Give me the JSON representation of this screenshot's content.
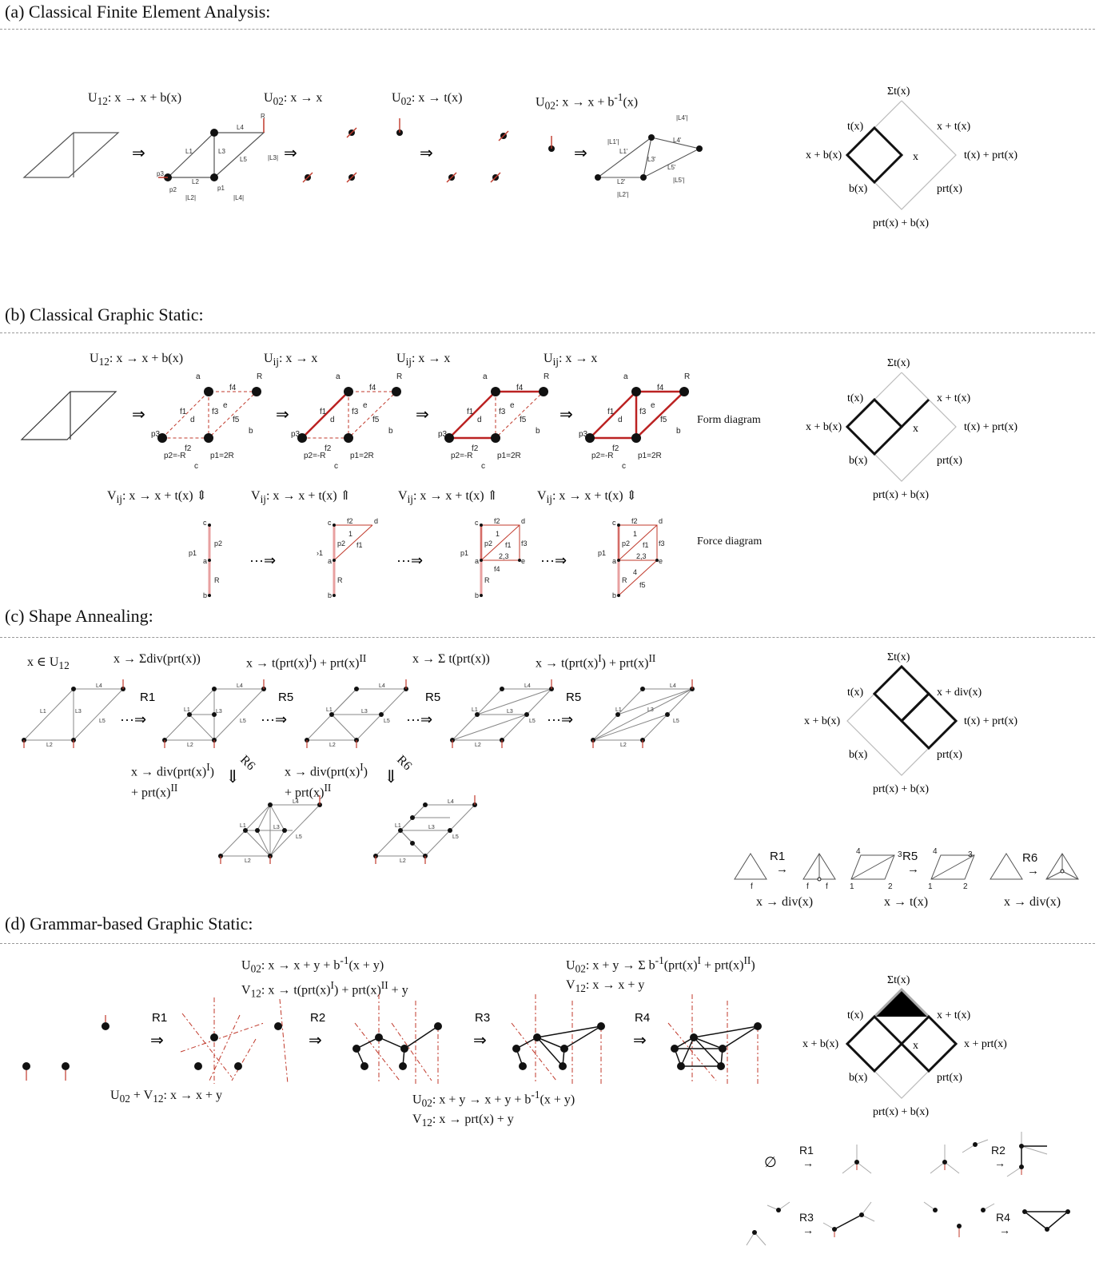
{
  "sections": {
    "a": {
      "title": "(a) Classical Finite Element Analysis:"
    },
    "b": {
      "title": "(b) Classical Graphic Static:"
    },
    "c": {
      "title": "(c) Shape Annealing:"
    },
    "d": {
      "title": "(d) Grammar-based Graphic Static:"
    }
  },
  "a": {
    "eq1": "U12: x → x + b(x)",
    "eq2": "U02: x → x",
    "eq3": "U02: x → t(x)",
    "eq4": "U02: x → x + b-1(x)",
    "truss_labels": [
      "L1",
      "L2",
      "L3",
      "L4",
      "L5",
      "R",
      "p1",
      "p2",
      "p3",
      "|L2|",
      "|L4|",
      "|L3|"
    ],
    "deformed_labels": [
      "L1'",
      "L2'",
      "L3'",
      "L4'",
      "L5'",
      "|L1'|",
      "|L2'|",
      "|L4'|",
      "|L5'|"
    ]
  },
  "b": {
    "eq1": "U12: x → x + b(x)",
    "eq2": "Uij: x → x",
    "eq3": "Uij: x → x",
    "eq4": "Uij: x → x",
    "veq1": "Vij: x → x + t(x) ⇕",
    "veq2": "Vij: x → x + t(x) ⇑",
    "veq3": "Vij: x → x + t(x) ⇑",
    "veq4": "Vij: x → x + t(x) ⇕",
    "form_label": "Form diagram",
    "force_label": "Force diagram",
    "form_text": [
      "a",
      "b",
      "c",
      "d",
      "e",
      "f1",
      "f2",
      "f3",
      "f4",
      "f5",
      "p1=2R",
      "p2=-R",
      "p3",
      "R"
    ],
    "force_text": [
      "a",
      "b",
      "c",
      "d",
      "e",
      "p1",
      "p2",
      "R",
      "f1",
      "f2",
      "f3",
      "f4",
      "f5",
      "1",
      "2,3",
      "4"
    ]
  },
  "c": {
    "eq0": "x ∈ U12",
    "eq1": "x → Σdiv(prt(x))",
    "eq2": "x → t(prt(x)I) + prt(x)II",
    "eq3": "x → Σ t(prt(x))",
    "eq4": "x → t(prt(x)I) + prt(x)II",
    "rules": [
      "R1",
      "R5",
      "R5",
      "R5"
    ],
    "r6a_line1": "x → div(prt(x)I)",
    "r6a_line2": "+ prt(x)II",
    "r6b_line1": "x → div(prt(x)I)",
    "r6b_line2": "+ prt(x)II",
    "r6": "R6",
    "legend": [
      {
        "rule": "R1",
        "eq": "x → div(x)",
        "labels": [
          "f",
          "f",
          "f"
        ]
      },
      {
        "rule": "R5",
        "eq": "x → t(x)",
        "labels": [
          "1",
          "2",
          "3",
          "4"
        ]
      },
      {
        "rule": "R6",
        "eq": "x → div(x)",
        "labels": []
      }
    ]
  },
  "d": {
    "eq_top1a": "U02: x → x + y + b-1(x + y)",
    "eq_top1b": "V12: x → t(prt(x)I) + prt(x)II + y",
    "eq_top2a": "U02: x + y → Σ b-1(prt(x)I + prt(x)II)",
    "eq_top2b": "V12: x → x + y",
    "eq_bot1": "U02 + V12: x → x + y",
    "eq_bot2a": "U02: x + y → x + y + b-1(x + y)",
    "eq_bot2b": "V12: x → prt(x) + y",
    "rules": [
      "R1",
      "R2",
      "R3",
      "R4"
    ],
    "empty_set": "∅",
    "legend_rules": [
      "R1",
      "R2",
      "R3",
      "R4"
    ]
  },
  "lattices": [
    {
      "top": "Σt(x)",
      "tl": "t(x)",
      "tr": "x + t(x)",
      "l": "x + b(x)",
      "c": "x",
      "r": "t(x) + prt(x)",
      "bl": "b(x)",
      "br": "prt(x)",
      "bottom": "prt(x) + b(x)"
    },
    {
      "top": "Σt(x)",
      "tl": "t(x)",
      "tr": "x + t(x)",
      "l": "x + b(x)",
      "c": "x",
      "r": "t(x) + prt(x)",
      "bl": "b(x)",
      "br": "prt(x)",
      "bottom": "prt(x) + b(x)"
    },
    {
      "top": "Σt(x)",
      "tl": "t(x)",
      "tr": "x + div(x)",
      "l": "x + b(x)",
      "c": "",
      "r": "t(x) + prt(x)",
      "bl": "b(x)",
      "br": "prt(x)",
      "bottom": "prt(x) + b(x)"
    },
    {
      "top": "Σt(x)",
      "tl": "t(x)",
      "tr": "x + t(x)",
      "l": "x + b(x)",
      "c": "x",
      "r": "x + prt(x)",
      "bl": "b(x)",
      "br": "prt(x)",
      "bottom": "prt(x) + b(x)"
    }
  ],
  "arrows": {
    "implies": "⇒",
    "dots_implies": "···⇒",
    "down_implies": "⇓",
    "right": "→"
  },
  "colors": {
    "red": "#c0392b",
    "pink": "#e8a0a0",
    "grey": "#aaaaaa",
    "black": "#111111"
  }
}
